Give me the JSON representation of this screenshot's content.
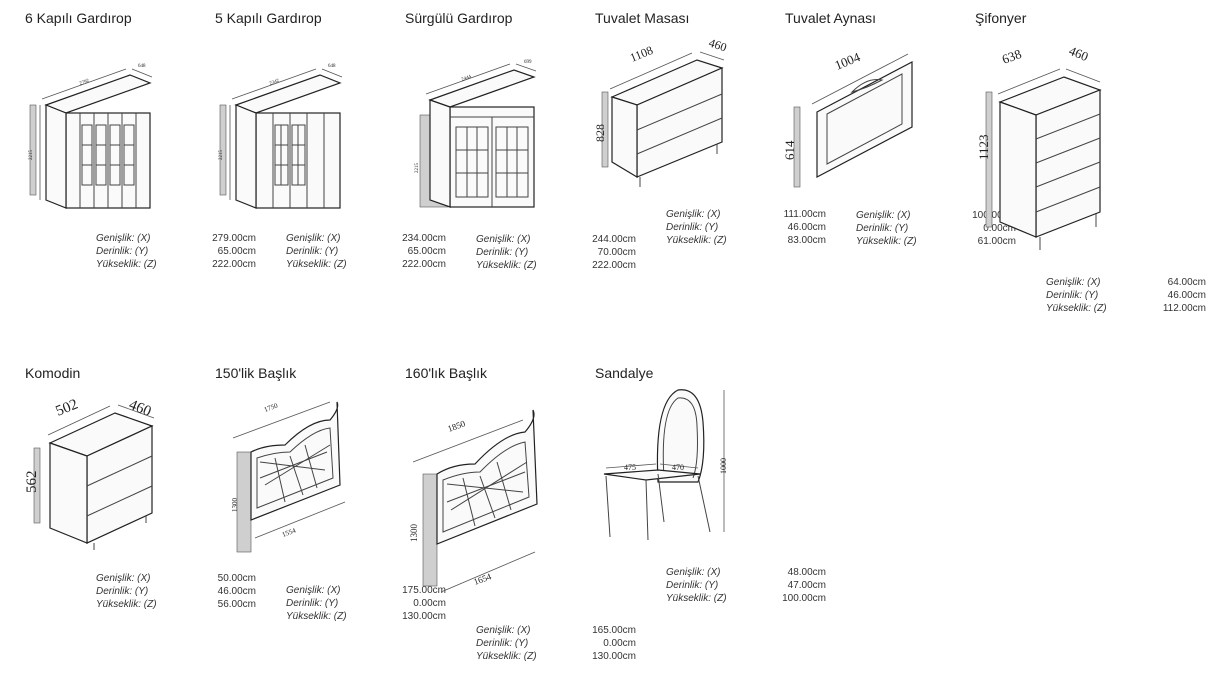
{
  "labels": {
    "x": "Genişlik: (X)",
    "y": "Derinlik: (Y)",
    "z": "Yükseklik: (Z)"
  },
  "products": [
    {
      "title": "6 Kapılı Gardırop",
      "dims": [
        "2792",
        "648",
        "2215"
      ],
      "x": "279.00cm",
      "y": "65.00cm",
      "z": "222.00cm"
    },
    {
      "title": "5 Kapılı Gardırop",
      "dims": [
        "2342",
        "648",
        "2215"
      ],
      "x": "234.00cm",
      "y": "65.00cm",
      "z": "222.00cm"
    },
    {
      "title": "Sürgülü Gardırop",
      "dims": [
        "2444",
        "699",
        "2215"
      ],
      "x": "244.00cm",
      "y": "70.00cm",
      "z": "222.00cm"
    },
    {
      "title": "Tuvalet Masası",
      "dims": [
        "1108",
        "460",
        "828"
      ],
      "x": "111.00cm",
      "y": "46.00cm",
      "z": "83.00cm"
    },
    {
      "title": "Tuvalet Aynası",
      "dims": [
        "1004",
        "614"
      ],
      "x": "100.00cm",
      "y": "0.00cm",
      "z": "61.00cm"
    },
    {
      "title": "Şifonyer",
      "dims": [
        "638",
        "460",
        "1123"
      ],
      "x": "64.00cm",
      "y": "46.00cm",
      "z": "112.00cm"
    },
    {
      "title": "Komodin",
      "dims": [
        "502",
        "460",
        "562"
      ],
      "x": "50.00cm",
      "y": "46.00cm",
      "z": "56.00cm"
    },
    {
      "title": "150'lik Başlık",
      "dims": [
        "1750",
        "1300",
        "1554"
      ],
      "x": "175.00cm",
      "y": "0.00cm",
      "z": "130.00cm"
    },
    {
      "title": "160'lık Başlık",
      "dims": [
        "1850",
        "1300",
        "1654"
      ],
      "x": "165.00cm",
      "y": "0.00cm",
      "z": "130.00cm"
    },
    {
      "title": "Sandalye",
      "dims": [
        "475",
        "470",
        "1000"
      ],
      "x": "48.00cm",
      "y": "47.00cm",
      "z": "100.00cm"
    }
  ]
}
